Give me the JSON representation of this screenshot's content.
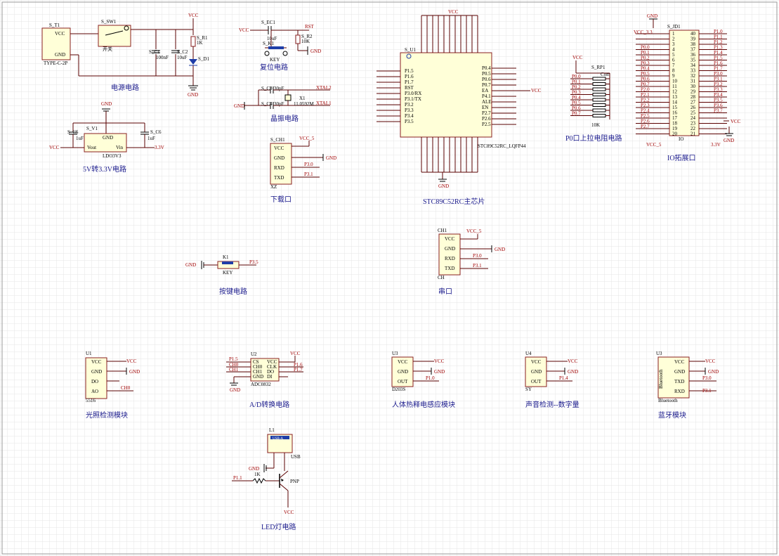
{
  "colors": {
    "grid": "#e6e6e6",
    "wire": "#5a0000",
    "body": "#ffffd8",
    "net": "#a00000",
    "title": "#1a1a8c"
  },
  "titles": {
    "power": "电源电路",
    "reset": "复位电路",
    "crystal": "晶振电路",
    "ldo": "5V转3.3V电路",
    "download": "下载口",
    "mcu": "STC89C52RC主芯片",
    "pullup": "P0口上拉电阻电路",
    "io": "IO拓展口",
    "key": "按键电路",
    "serial": "串口",
    "light": "光照检测模块",
    "adc": "A/D转换电路",
    "pir": "人体热释电感应模块",
    "sound": "声音检测--数字量",
    "bt": "蓝牙模块",
    "led": "LED灯电路"
  },
  "power": {
    "t1": "S_T1",
    "t1_part": "TYPE-C-2P",
    "sw1": "S_SW1",
    "sw1_part": "开关",
    "r1": "S_R1",
    "r1_val": "1K",
    "c1": "S_C1",
    "c1_val": "100nF",
    "c2": "S_C2",
    "c2_val": "10uF",
    "d1": "S_D1",
    "vcc": "VCC",
    "gnd": "GND"
  },
  "reset": {
    "ec1": "S_EC1",
    "ec1_val": "10uF",
    "r2": "S_R2",
    "r2_val": "10K",
    "k1": "S_K1",
    "k1_part": "KEY",
    "rst": "RST",
    "vcc": "VCC",
    "gnd": "GND"
  },
  "crystal": {
    "c3": "S_C3",
    "c3_val": "30pF",
    "c4": "S_C4",
    "c4_val": "30pF",
    "x1": "X1",
    "x1_val": "11.0592M",
    "xtal2": "XTAL2",
    "xtal1": "XTAL1",
    "gnd": "GND"
  },
  "ldo": {
    "v1": "S_V1",
    "part": "LDO3V3",
    "c5": "S_C5",
    "c5_val": "1uF",
    "c6": "S_C6",
    "c6_val": "1uF",
    "vout": "Vout",
    "vin": "Vin",
    "gnd": "GND",
    "vcc": "VCC",
    "v33": "3.3V"
  },
  "download": {
    "ref": "S_CH1",
    "part": "XZ",
    "pins": [
      "VCC",
      "GND",
      "RXD",
      "TXD"
    ],
    "vcc": "VCC_5",
    "gnd": "GND",
    "rx": "P3.0",
    "tx": "P3.1"
  },
  "mcu": {
    "ref": "S_U1",
    "part": "STC89C52RC_LQFP44",
    "vcc": "VCC",
    "gnd": "GND",
    "left": [
      "P1.5",
      "P1.6",
      "P1.7",
      "RST",
      "P3.0/RX",
      "P3.1/TX",
      "P3.2",
      "P3.3",
      "P3.4",
      "P3.5"
    ],
    "right": [
      "P0.4",
      "P0.5",
      "P0.6",
      "P0.7",
      "EA",
      "P4.1",
      "ALE",
      "EN",
      "P2.7",
      "P2.6",
      "P2.5"
    ]
  },
  "pullup": {
    "ref": "S_RP1",
    "val": "10K",
    "com": "Com",
    "vcc": "VCC",
    "nets": [
      "P0.0",
      "P0.1",
      "P0.2",
      "P0.3",
      "P0.4",
      "P0.5",
      "P0.6",
      "P0.7"
    ]
  },
  "io": {
    "ref": "S_JD1",
    "part": "IO",
    "gnd": "GND",
    "v33": "VCC_3.3",
    "v5": "VCC_5",
    "v3": "3.3V",
    "vcc": "VCC",
    "left": [
      "P0.0",
      "P0.1",
      "P0.2",
      "P0.3",
      "P0.4",
      "P0.5",
      "P0.6",
      "P0.7",
      "P2.0",
      "P2.1",
      "P2.2",
      "P2.3",
      "P2.4",
      "P2.5",
      "P2.6",
      "P2.7"
    ],
    "right": [
      "P1.0",
      "P1.1",
      "P1.2",
      "P1.3",
      "P1.4",
      "P1.5",
      "P1.6",
      "P1.7",
      "P3.0",
      "P3.1",
      "P3.2",
      "P3.3",
      "P3.4",
      "P3.5",
      "P3.6",
      "P3.7"
    ]
  },
  "key": {
    "ref": "K1",
    "part": "KEY",
    "gnd": "GND",
    "net": "P3.5"
  },
  "serial": {
    "ref": "CH1",
    "part": "CH",
    "pins": [
      "VCC",
      "GND",
      "RXD",
      "TXD"
    ],
    "vcc": "VCC_5",
    "gnd": "GND",
    "rx": "P3.0",
    "tx": "P3.1"
  },
  "light": {
    "ref": "U1",
    "part": "5516",
    "pins": [
      "VCC",
      "GND",
      "DO",
      "AO"
    ],
    "vcc": "VCC",
    "gnd": "GND",
    "ao": "CH0"
  },
  "adc": {
    "ref": "U2",
    "part": "ADC0832",
    "lp": [
      "CS",
      "CH0",
      "CH1",
      "GND"
    ],
    "rp": [
      "VCC",
      "CLK",
      "DO",
      "DI"
    ],
    "cs": "P1.5",
    "ch0": "CH0",
    "ch1": "CH1",
    "vcc": "VCC",
    "clk": "P1.6",
    "do": "P1.7",
    "gnd": "GND"
  },
  "pir": {
    "ref": "U3",
    "part": "D203S",
    "pins": [
      "VCC",
      "GND",
      "OUT"
    ],
    "vcc": "VCC",
    "gnd": "GND",
    "out": "P1.0"
  },
  "sound": {
    "ref": "U4",
    "part": "SY",
    "pins": [
      "VCC",
      "GND",
      "OUT"
    ],
    "vcc": "VCC",
    "gnd": "GND",
    "out": "P1.4"
  },
  "bt": {
    "ref": "U3",
    "part": "Bluetooth",
    "pins": [
      "VCC",
      "GND",
      "TXD",
      "RXD"
    ],
    "vcc": "VCC",
    "gnd": "GND",
    "tx": "P3.0",
    "rx": "P3.1"
  },
  "led": {
    "ref": "L1",
    "part": "USB",
    "usb": "USB-A",
    "gnd": "GND",
    "net": "P1.1",
    "r": "1K",
    "q": "PNP",
    "vcc": "VCC"
  }
}
